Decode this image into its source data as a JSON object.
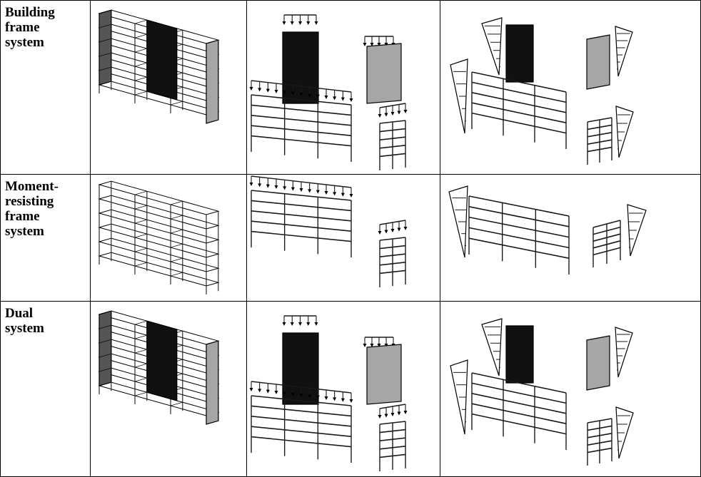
{
  "rows": [
    {
      "label": "Building\nframe\nsystem",
      "shear_walls": true
    },
    {
      "label": "Moment-\nresisting\nframe\nsystem",
      "shear_walls": false
    },
    {
      "label": "Dual\nsystem",
      "shear_walls": true
    }
  ],
  "colors": {
    "border": "#000000",
    "wall_dark": "#111111",
    "wall_grey": "#a6a6a6",
    "line": "#1a1a1a"
  }
}
